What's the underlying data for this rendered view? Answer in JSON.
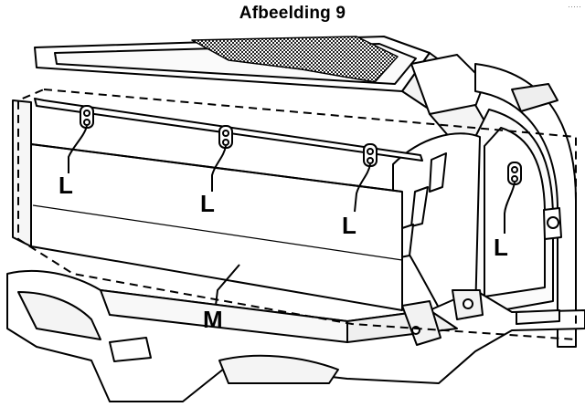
{
  "figure": {
    "title": "Afbeelding 9",
    "reference": "·····"
  },
  "callouts": [
    {
      "id": "L1",
      "text": "L"
    },
    {
      "id": "L2",
      "text": "L"
    },
    {
      "id": "L3",
      "text": "L"
    },
    {
      "id": "L4",
      "text": "L"
    },
    {
      "id": "M",
      "text": "M"
    }
  ],
  "style": {
    "line_color": "#000000",
    "fill_light": "#ffffff",
    "fill_shade": "#f2f2f2",
    "hatch": "#333333"
  }
}
